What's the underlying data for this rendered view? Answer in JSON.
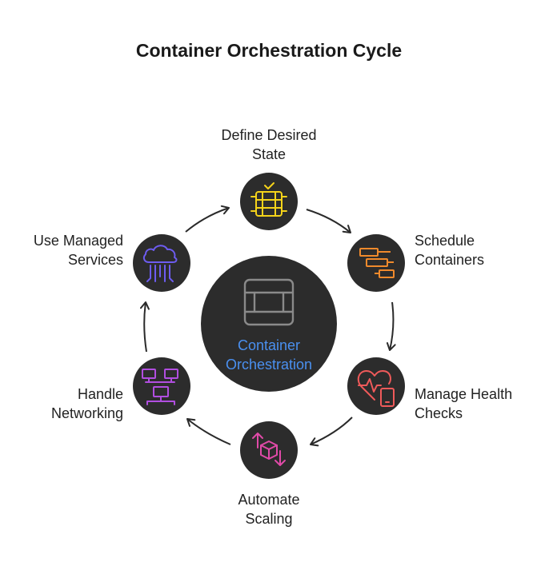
{
  "title": "Container Orchestration Cycle",
  "center": {
    "line1": "Container",
    "line2": "Orchestration",
    "icon": "container-box-icon",
    "text_color": "#4a90f0"
  },
  "steps": [
    {
      "line1": "Define Desired",
      "line2": "State",
      "icon": "server-check-icon",
      "color": "#f5d31a"
    },
    {
      "line1": "Schedule",
      "line2": "Containers",
      "icon": "gantt-schedule-icon",
      "color": "#f08a2c"
    },
    {
      "line1": "Manage Health",
      "line2": "Checks",
      "icon": "heart-monitor-icon",
      "color": "#ef5a5a"
    },
    {
      "line1": "Automate",
      "line2": "Scaling",
      "icon": "scaling-cube-icon",
      "color": "#e04aa8"
    },
    {
      "line1": "Handle",
      "line2": "Networking",
      "icon": "network-computers-icon",
      "color": "#b14ee0"
    },
    {
      "line1": "Use Managed",
      "line2": "Services",
      "icon": "cloud-services-icon",
      "color": "#6d5cf0"
    }
  ]
}
